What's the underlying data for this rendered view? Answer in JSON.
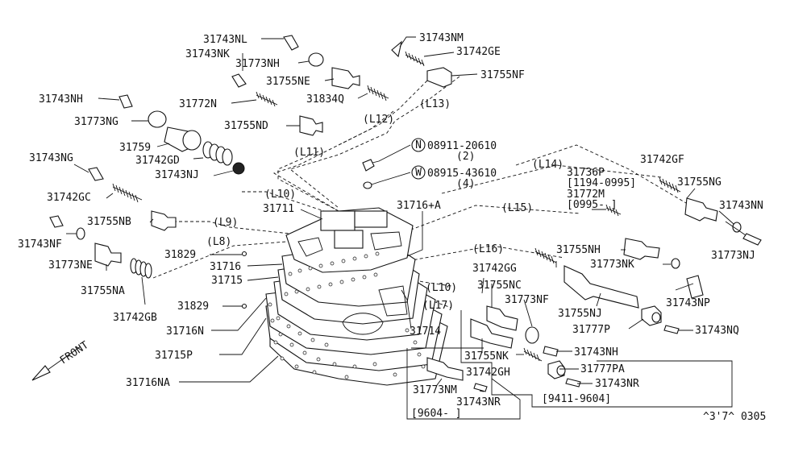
{
  "labels": {
    "p31743NL": "31743NL",
    "p31743NK": "31743NK",
    "p31773NH": "31773NH",
    "p31755NE": "31755NE",
    "p31743NM": "31743NM",
    "p31742GE": "31742GE",
    "p31755NF": "31755NF",
    "p31743NH_a": "31743NH",
    "p31772N": "31772N",
    "p31834Q": "31834Q",
    "L13": "(L13)",
    "p31773NG": "31773NG",
    "p31755ND": "31755ND",
    "L12": "(L12)",
    "p31759": "31759",
    "L11": "(L11)",
    "n_08911": "08911-20610",
    "n_qty": "(2)",
    "p31743NG": "31743NG",
    "p31742GD": "31742GD",
    "p31743NJ": "31743NJ",
    "w_08915": "08915-43610",
    "w_qty": "(4)",
    "L14": "(L14)",
    "p31736P": "31736P",
    "p31736P_date": "[1194-0995]",
    "p31772M": "31772M",
    "p31772M_date": "[0995-    ]",
    "p31742GF": "31742GF",
    "p31755NG": "31755NG",
    "p31742GC": "31742GC",
    "L10_a": "(L10)",
    "p31711": "31711",
    "p31716A": "31716+A",
    "L15": "(L15)",
    "p31743NN": "31743NN",
    "p31755NB": "31755NB",
    "L9": "(L9)",
    "p31743NF": "31743NF",
    "L8": "(L8)",
    "p31755NH": "31755NH",
    "p31773NJ": "31773NJ",
    "p31773NE": "31773NE",
    "p31829_a": "31829",
    "L16": "(L16)",
    "p31716": "31716",
    "p31742GG": "31742GG",
    "p31773NK": "31773NK",
    "p31755NA": "31755NA",
    "p31715": "31715",
    "L10_b": "(L10)",
    "p31755NC": "31755NC",
    "p31743NP": "31743NP",
    "p31742GB": "31742GB",
    "p31829_b": "31829",
    "L17": "(L17)",
    "p31773NF": "31773NF",
    "p31755NJ": "31755NJ",
    "p31716N": "31716N",
    "p31714": "31714",
    "p31777P": "31777P",
    "p31743NQ": "31743NQ",
    "front": "FRONT",
    "p31715P": "31715P",
    "p31755NK": "31755NK",
    "p31743NH_b": "31743NH",
    "p31742GH": "31742GH",
    "p31777PA": "31777PA",
    "p31716NA": "31716NA",
    "p31773NM": "31773NM",
    "p31743NR_a": "31743NR",
    "p31743NR_b": "31743NR",
    "date_9411": "[9411-9604]",
    "date_9604": "[9604-   ]",
    "ref_code": "^3'7^ 0305"
  },
  "symbols": {
    "n": "N",
    "w": "W"
  }
}
